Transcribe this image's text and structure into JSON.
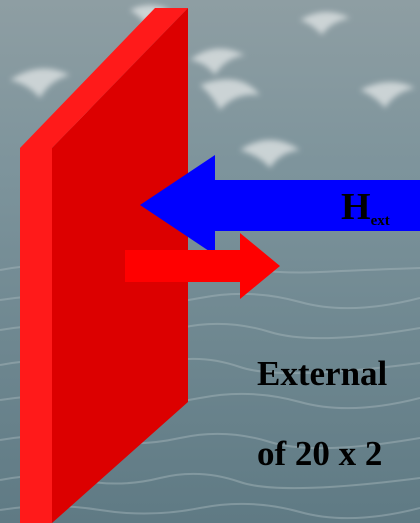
{
  "field_label": {
    "symbol": "H",
    "subscript": "ext"
  },
  "caption": {
    "line1": "External",
    "line2": "of 20 x 2"
  },
  "colors": {
    "plate_front": "#dd0000",
    "plate_edge": "#ff1111",
    "external_field_arrow": "#0000ff",
    "magnetization_arrow": "#ff0000",
    "background_water": "#6f8a93"
  },
  "icons": {
    "plate": "red-slab-shape",
    "field": "blue-left-arrow",
    "magnetization": "red-right-arrow"
  }
}
